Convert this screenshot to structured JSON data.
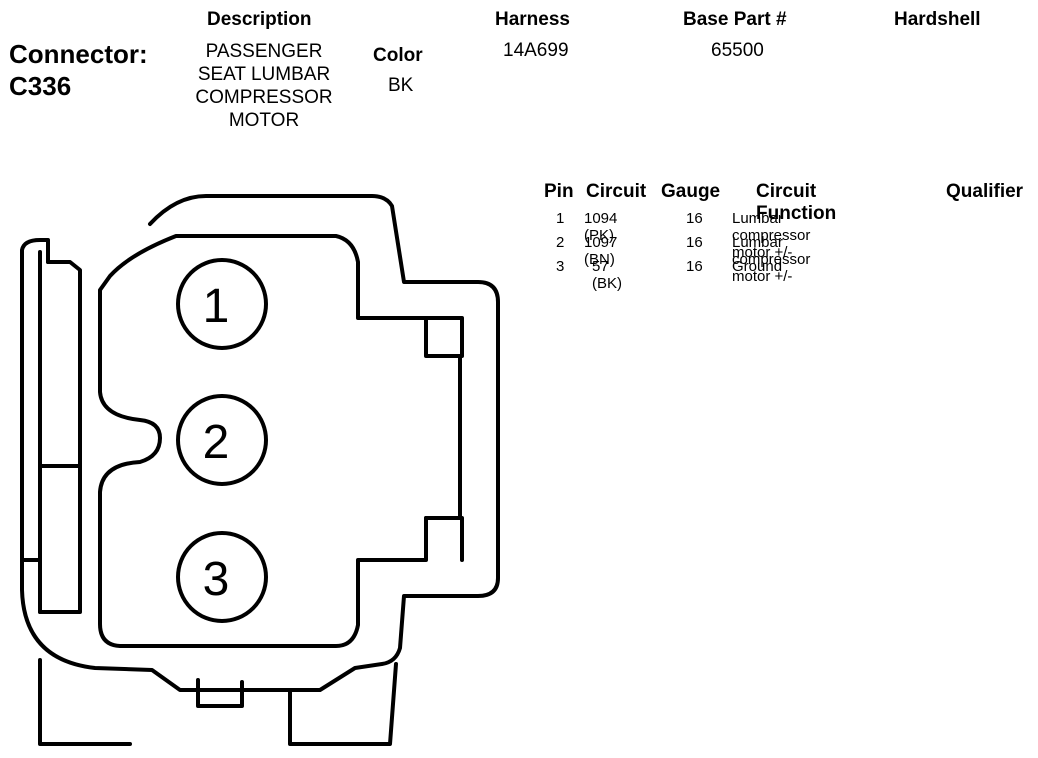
{
  "connector": {
    "label": "Connector:",
    "id": "C336"
  },
  "headers": {
    "description": "Description",
    "harness": "Harness",
    "base_part": "Base Part #",
    "hardshell": "Hardshell",
    "color": "Color"
  },
  "values": {
    "description": [
      "PASSENGER",
      "SEAT LUMBAR",
      "COMPRESSOR",
      "MOTOR"
    ],
    "harness": "14A699",
    "base_part": "65500",
    "color": "BK"
  },
  "pin_table": {
    "columns": [
      "Pin",
      "Circuit",
      "Gauge",
      "Circuit Function",
      "Qualifier"
    ],
    "rows": [
      {
        "pin": "1",
        "circuit": "1094 (PK)",
        "gauge": "16",
        "function": "Lumbar compressor motor +/-",
        "qualifier": ""
      },
      {
        "pin": "2",
        "circuit": "1097 (BN)",
        "gauge": "16",
        "function": "Lumbar compressor motor +/-",
        "qualifier": ""
      },
      {
        "pin": "3",
        "circuit": "57 (BK)",
        "gauge": "16",
        "function": "Ground",
        "qualifier": ""
      }
    ]
  },
  "diagram": {
    "pin_labels": [
      "1",
      "2",
      "3"
    ]
  }
}
